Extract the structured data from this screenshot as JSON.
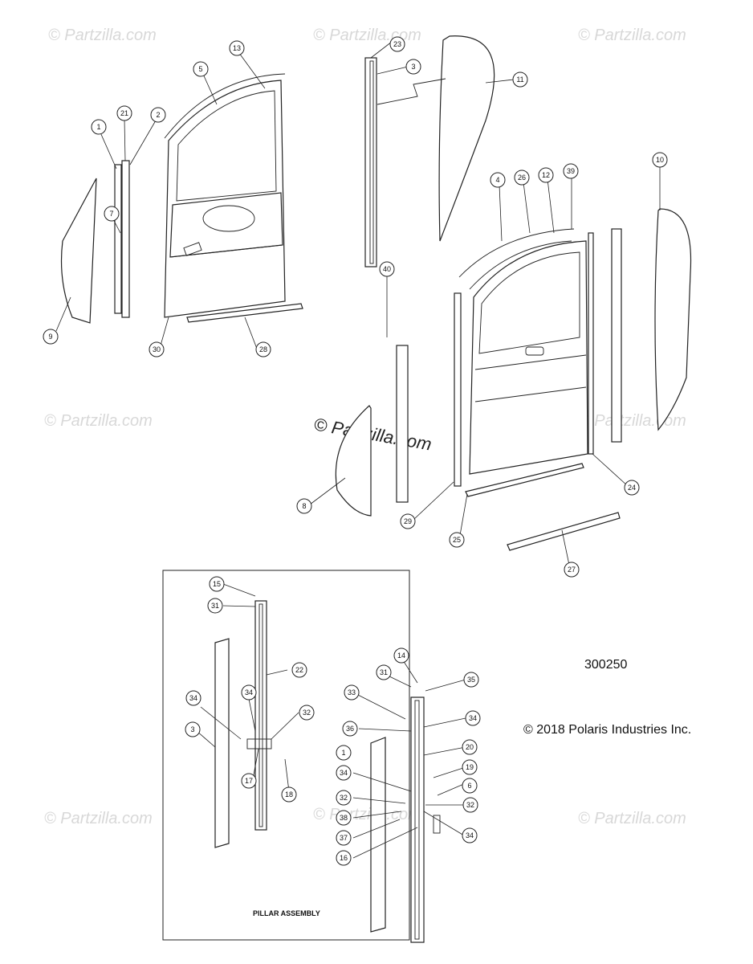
{
  "watermarks": [
    "© Partzilla.com",
    "© Partzilla.com",
    "© Partzilla.com",
    "© Partzilla.com",
    "© Partzilla.com",
    "© Partzilla.com",
    "© Partzilla.com",
    "© Partzilla.com"
  ],
  "center_watermark": "© Partzilla.com",
  "diagram_number": "300250",
  "copyright": "© 2018 Polaris Industries Inc.",
  "inset_title": "PILLAR ASSEMBLY",
  "callouts": [
    {
      "id": "c-13",
      "label": "13"
    },
    {
      "id": "c-5",
      "label": "5"
    },
    {
      "id": "c-21",
      "label": "21"
    },
    {
      "id": "c-2",
      "label": "2"
    },
    {
      "id": "c-1a",
      "label": "1"
    },
    {
      "id": "c-7",
      "label": "7"
    },
    {
      "id": "c-9",
      "label": "9"
    },
    {
      "id": "c-30",
      "label": "30"
    },
    {
      "id": "c-28",
      "label": "28"
    },
    {
      "id": "c-23",
      "label": "23"
    },
    {
      "id": "c-3a",
      "label": "3"
    },
    {
      "id": "c-11",
      "label": "11"
    },
    {
      "id": "c-4",
      "label": "4"
    },
    {
      "id": "c-26",
      "label": "26"
    },
    {
      "id": "c-12",
      "label": "12"
    },
    {
      "id": "c-39",
      "label": "39"
    },
    {
      "id": "c-10",
      "label": "10"
    },
    {
      "id": "c-40",
      "label": "40"
    },
    {
      "id": "c-8",
      "label": "8"
    },
    {
      "id": "c-29",
      "label": "29"
    },
    {
      "id": "c-25",
      "label": "25"
    },
    {
      "id": "c-24",
      "label": "24"
    },
    {
      "id": "c-27",
      "label": "27"
    },
    {
      "id": "c-15",
      "label": "15"
    },
    {
      "id": "c-31a",
      "label": "31"
    },
    {
      "id": "c-22",
      "label": "22"
    },
    {
      "id": "c-34a",
      "label": "34"
    },
    {
      "id": "c-34b",
      "label": "34"
    },
    {
      "id": "c-32a",
      "label": "32"
    },
    {
      "id": "c-3b",
      "label": "3"
    },
    {
      "id": "c-17",
      "label": "17"
    },
    {
      "id": "c-18",
      "label": "18"
    },
    {
      "id": "c-14",
      "label": "14"
    },
    {
      "id": "c-31b",
      "label": "31"
    },
    {
      "id": "c-35",
      "label": "35"
    },
    {
      "id": "c-33",
      "label": "33"
    },
    {
      "id": "c-34c",
      "label": "34"
    },
    {
      "id": "c-36",
      "label": "36"
    },
    {
      "id": "c-1b",
      "label": "1"
    },
    {
      "id": "c-20",
      "label": "20"
    },
    {
      "id": "c-19",
      "label": "19"
    },
    {
      "id": "c-34d",
      "label": "34"
    },
    {
      "id": "c-6",
      "label": "6"
    },
    {
      "id": "c-32b",
      "label": "32"
    },
    {
      "id": "c-32c",
      "label": "32"
    },
    {
      "id": "c-38",
      "label": "38"
    },
    {
      "id": "c-34e",
      "label": "34"
    },
    {
      "id": "c-37",
      "label": "37"
    },
    {
      "id": "c-16",
      "label": "16"
    }
  ]
}
